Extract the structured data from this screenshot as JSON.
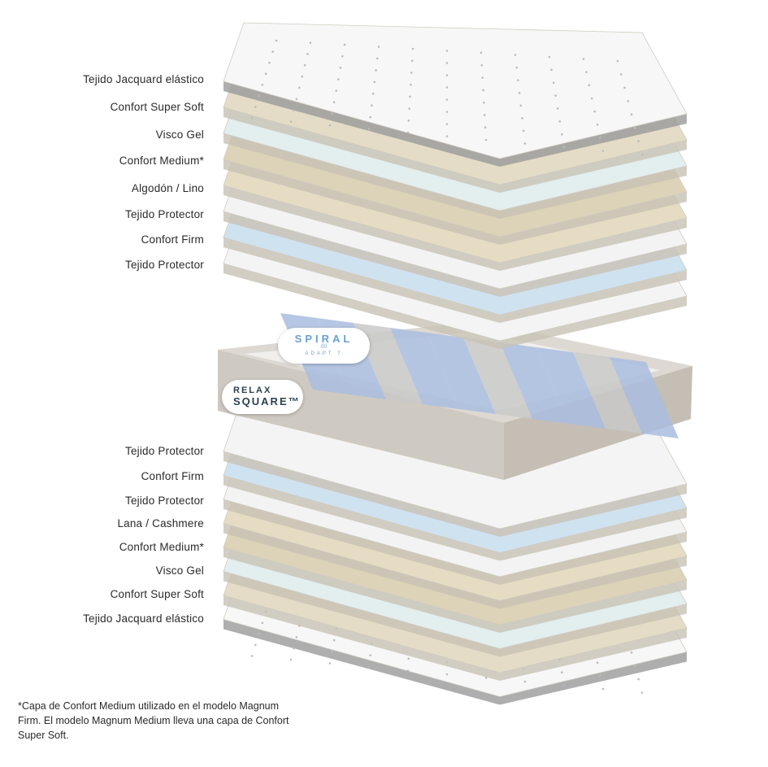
{
  "top_layers": [
    {
      "label": "Tejido Jacquard elástico",
      "color": "#f7f7f7"
    },
    {
      "label": "Confort Super Soft",
      "color": "#e4dcc6"
    },
    {
      "label": "Visco Gel",
      "color": "#e3eeee"
    },
    {
      "label": "Confort Medium*",
      "color": "#ddd3b8"
    },
    {
      "label": "Algodón / Lino",
      "color": "#e6dcc4"
    },
    {
      "label": "Tejido Protector",
      "color": "#f3f3f3"
    },
    {
      "label": "Confort Firm",
      "color": "#cfe2f0"
    },
    {
      "label": "Tejido Protector",
      "color": "#f4f4f4"
    }
  ],
  "bottom_layers": [
    {
      "label": "Tejido Protector",
      "color": "#f4f4f4"
    },
    {
      "label": "Confort Firm",
      "color": "#cfe2f0"
    },
    {
      "label": "Tejido Protector",
      "color": "#f3f3f3"
    },
    {
      "label": "Lana / Cashmere",
      "color": "#e6dcc4"
    },
    {
      "label": "Confort Medium*",
      "color": "#ddd3b8"
    },
    {
      "label": "Visco Gel",
      "color": "#e3eeee"
    },
    {
      "label": "Confort Super Soft",
      "color": "#e4dcc6"
    },
    {
      "label": "Tejido Jacquard elástico",
      "color": "#f7f7f7"
    }
  ],
  "badges": {
    "spiral": {
      "title": "SPIRAL",
      "mark": "////",
      "subtitle": "ADAPT 7"
    },
    "relax": {
      "line1": "RELAX",
      "line2": "SQUARE™"
    }
  },
  "frame_color": "#d6d2ca",
  "spring_colors": [
    "#a9bde0",
    "#c9c9c9"
  ],
  "footnote": "*Capa de Confort Medium utilizado en el modelo Magnum Firm. El modelo Magnum Medium lleva una capa de Confort Super Soft."
}
